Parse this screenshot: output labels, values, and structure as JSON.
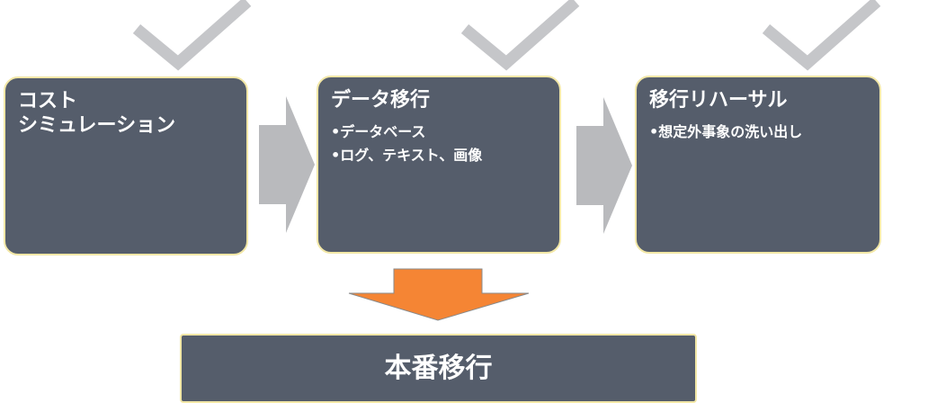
{
  "colors": {
    "box_fill": "#555d6b",
    "box_border": "#f2e7a6",
    "text": "#ffffff",
    "right_arrow": "#b9babd",
    "checkmark": "#c5c6c9",
    "down_arrow": "#f58534"
  },
  "icons": {
    "check": "checkmark-icon",
    "flow_arrow": "right-arrow-icon",
    "down_arrow": "down-arrow-icon"
  },
  "steps": [
    {
      "title_line1": "コスト",
      "title_line2": "シミュレーション",
      "bullets": []
    },
    {
      "title_line1": "データ移行",
      "bullets": [
        "•データベース",
        "•ログ、テキスト、画像"
      ]
    },
    {
      "title_line1": "移行リハーサル",
      "bullets": [
        "•想定外事象の洗い出し"
      ]
    }
  ],
  "final": {
    "label": "本番移行"
  }
}
